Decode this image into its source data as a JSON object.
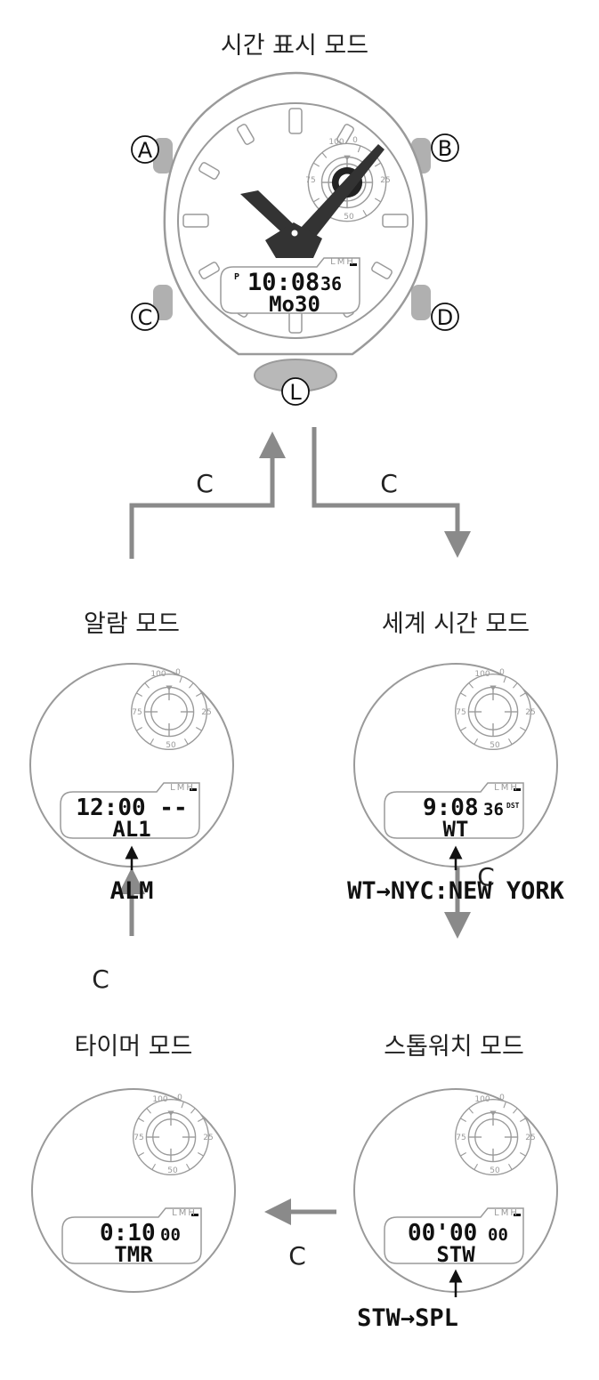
{
  "modes": {
    "timekeeping": {
      "title": "시간 표시 모드",
      "lcd_top": "10:08",
      "lcd_sec": "36",
      "lcd_pm": "P",
      "lcd_bottom": "Mo30",
      "buttons": {
        "a": "A",
        "b": "B",
        "c": "C",
        "d": "D",
        "l": "L"
      }
    },
    "alarm": {
      "title": "알람 모드",
      "lcd_top": "12:00 --",
      "lcd_bottom": "AL1",
      "caption": "ALM"
    },
    "world_time": {
      "title": "세계 시간 모드",
      "lcd_top": "9:08",
      "lcd_sec": "36",
      "lcd_dst": "DST",
      "lcd_bottom": "WT",
      "caption": "WT→NYC:NEW YORK"
    },
    "timer": {
      "title": "타이머 모드",
      "lcd_top": "0:10",
      "lcd_sec": "00",
      "lcd_bottom": "TMR"
    },
    "stopwatch": {
      "title": "스톱워치 모드",
      "lcd_top": "00'00",
      "lcd_sec": "00",
      "lcd_bottom": "STW",
      "caption": "STW→SPL"
    }
  },
  "dial": {
    "t100": "100",
    "t0": "0",
    "t75": "75",
    "t25": "25",
    "t50": "50"
  },
  "lmh": "LMH",
  "button_label": "C"
}
